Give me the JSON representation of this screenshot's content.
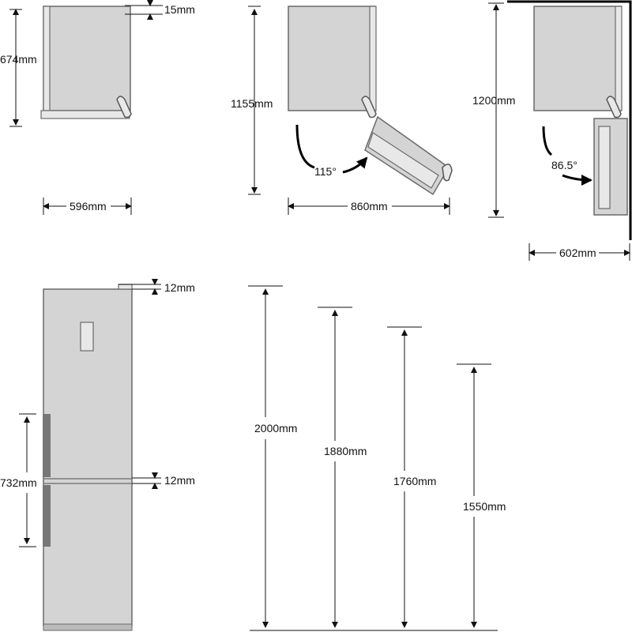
{
  "top_views": {
    "door_flush": {
      "depth_label": "674mm",
      "gap_label": "15mm",
      "width_label": "596mm"
    },
    "door_115": {
      "depth_label": "1155mm",
      "angle_label": "115°",
      "width_label": "860mm"
    },
    "door_86": {
      "depth_label": "1200mm",
      "angle_label": "86.5°",
      "width_label": "602mm"
    }
  },
  "front_view": {
    "top_gap_label": "12mm",
    "mid_gap_label": "12mm",
    "handle_label": "732mm"
  },
  "heights": [
    {
      "label": "2000mm"
    },
    {
      "label": "1880mm"
    },
    {
      "label": "1760mm"
    },
    {
      "label": "1550mm"
    }
  ]
}
